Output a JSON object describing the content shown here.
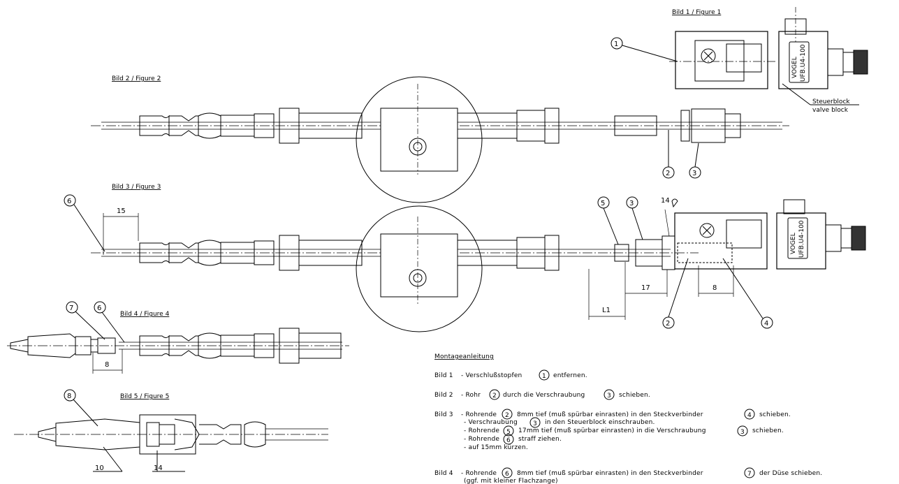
{
  "figures": {
    "fig1": "Bild 1 / Figure 1",
    "fig2": "Bild 2 / Figure 2",
    "fig3": "Bild 3 / Figure 3",
    "fig4": "Bild 4 / Figure 4",
    "fig5": "Bild 5 / Figure 5"
  },
  "valve_block": {
    "label_de": "Steuerblock",
    "label_en": "valve block",
    "brand": "VOGEL",
    "model": "UFB.U4-100"
  },
  "callouts": [
    "1",
    "2",
    "3",
    "4",
    "5",
    "6",
    "7",
    "8"
  ],
  "dimensions": {
    "fig3_tube_end": "15",
    "fig3_wrench": "14",
    "fig3_depth_fitting": "17",
    "fig3_depth_connector": "8",
    "fig3_length": "L1",
    "fig4_depth": "8",
    "fig5_wrench_a": "10",
    "fig5_wrench_b": "14"
  },
  "instructions": {
    "title": "Montageanleitung",
    "step1": {
      "label": "Bild 1",
      "pre": "- Verschlußstopfen",
      "ref": "1",
      "post": "entfernen."
    },
    "step2": {
      "label": "Bild 2",
      "pre": "- Rohr",
      "ref": "2",
      "mid": "durch die Verschraubung",
      "ref2": "3",
      "post": "schieben."
    },
    "step3": {
      "label": "Bild 3",
      "line1_pre": "- Rohrende",
      "line1_ref": "2",
      "line1_mid": "8mm tief (muß spürbar einrasten) in den Steckverbinder",
      "line1_ref2": "4",
      "line1_post": "schieben.",
      "line2_pre": "- Verschraubung",
      "line2_ref": "3",
      "line2_post": "in den Steuerblock einschrauben.",
      "line3_pre": "- Rohrende",
      "line3_ref": "5",
      "line3_mid": "17mm tief (muß spürbar einrasten) in die Verschraubung",
      "line3_ref2": "3",
      "line3_post": "schieben.",
      "line4_pre": "- Rohrende",
      "line4_ref": "6",
      "line4_post": "straff ziehen.",
      "line5": "- auf 15mm kürzen."
    },
    "step4": {
      "label": "Bild 4",
      "pre": "- Rohrende",
      "ref": "6",
      "mid": "8mm tief (muß spürbar einrasten) in den Steckverbinder",
      "ref2": "7",
      "post": "der Düse schieben.",
      "line2": "(ggf. mit kleiner Flachzange)"
    }
  }
}
